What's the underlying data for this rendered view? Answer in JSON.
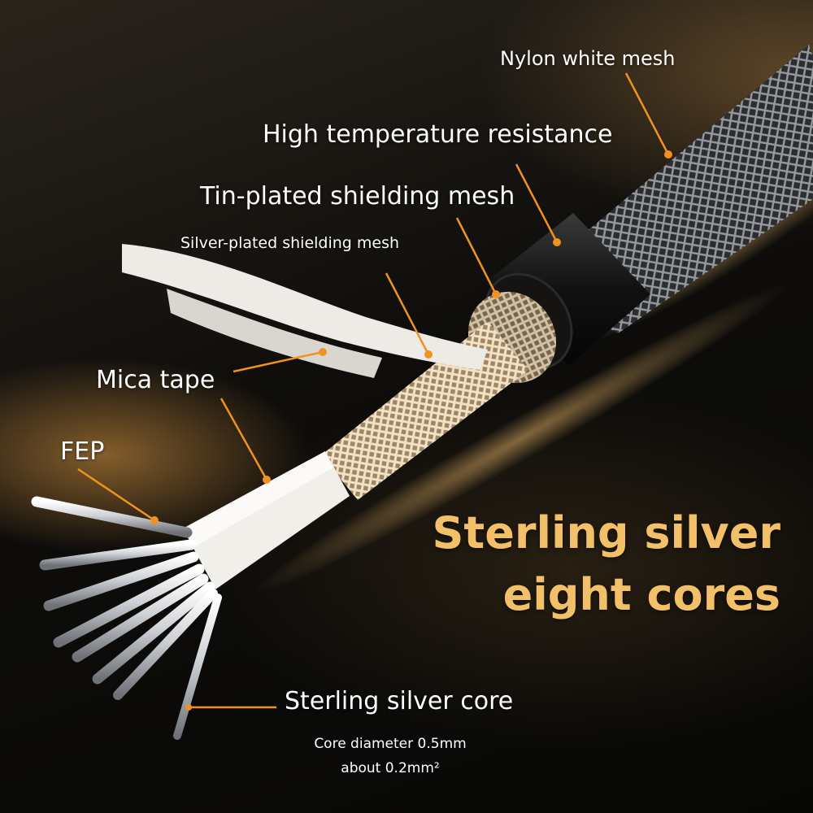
{
  "labels": {
    "nylon_white_mesh": "Nylon white mesh",
    "high_temperature_resistance": "High temperature resistance",
    "tin_plated_shielding_mesh": "Tin-plated shielding mesh",
    "silver_plated_shielding_mesh": "Silver-plated shielding mesh",
    "mica_tape": "Mica tape",
    "fep": "FEP",
    "sterling_silver_core": "Sterling silver core"
  },
  "headline": {
    "line1": "Sterling silver",
    "line2": "eight cores"
  },
  "spec": {
    "core_diameter": "Core diameter 0.5mm",
    "cross_section": "about 0.2mm²"
  },
  "colors": {
    "accent_leader": "#f0921e",
    "headline": "#f3c06a",
    "label_text": "#ffffff"
  }
}
